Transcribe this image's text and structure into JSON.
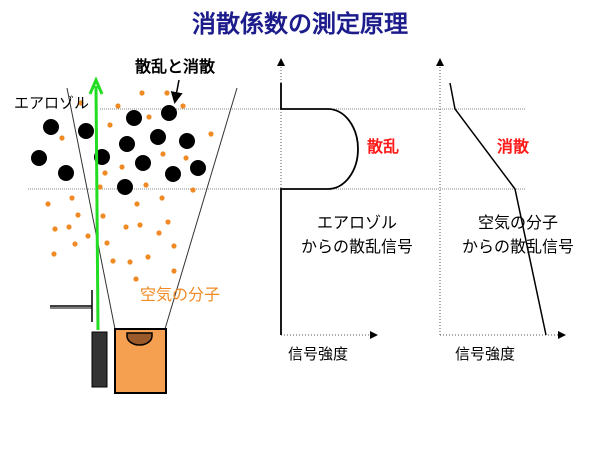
{
  "title": "消散係数の測定原理",
  "scene": {
    "scatter_extinction_label": "散乱と消散",
    "aerosol_label": "エアロゾル",
    "air_molecule_label": "空気の分子"
  },
  "graph_scattering": {
    "region_label": "散乱",
    "caption_line1": "エアロゾル",
    "caption_line2": "からの散乱信号",
    "x_axis_label": "信号強度"
  },
  "graph_extinction": {
    "region_label": "消散",
    "caption_line1": "空気の分子",
    "caption_line2": "からの散乱信号",
    "x_axis_label": "信号強度"
  },
  "colors": {
    "title": "#1c1c8c",
    "laser": "#22dd22",
    "aerosol": "#000000",
    "molecule": "#f08a24",
    "telescope": "#f4a050",
    "highlight": "#ff1a1a"
  }
}
